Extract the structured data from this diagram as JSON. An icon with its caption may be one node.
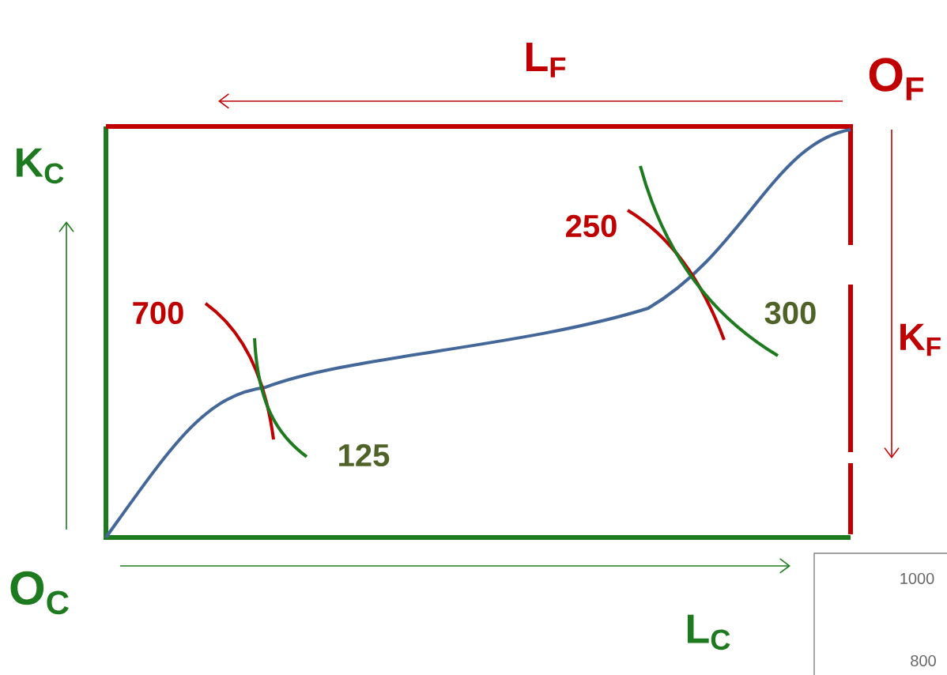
{
  "diagram": {
    "labels": [
      "L$_{F}$",
      "O$_{F}$",
      "K$_{C}$",
      "250",
      "700",
      "300",
      "K$_{F}$",
      "125",
      "O$_{C}$",
      "1000",
      "L$_{C}$",
      "800"
    ]
  }
}
